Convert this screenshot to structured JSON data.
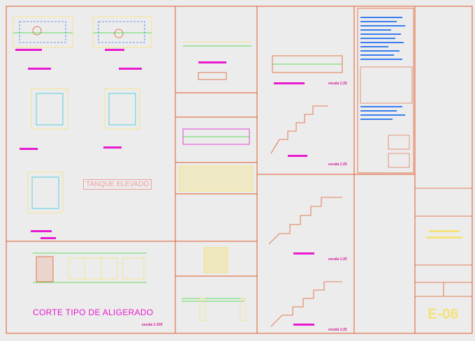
{
  "title": "CORTE TIPO DE ALIGERADO",
  "tank_label": "TANQUE ELEVADO",
  "sheet_number": "E-06",
  "scales": {
    "aligerado": "escala 1:100",
    "detail_1": "escala 1:25",
    "detail_2": "escala 1:25",
    "detail_3": "escala 1:25",
    "detail_4": "escala 1:25"
  },
  "colors": {
    "frame": "#e05a2a",
    "magenta": "#e81ad0",
    "blue_notes": "#3a7df0",
    "yellow": "#f5e27a",
    "green": "#33d433",
    "cyan": "#33c8d8"
  }
}
